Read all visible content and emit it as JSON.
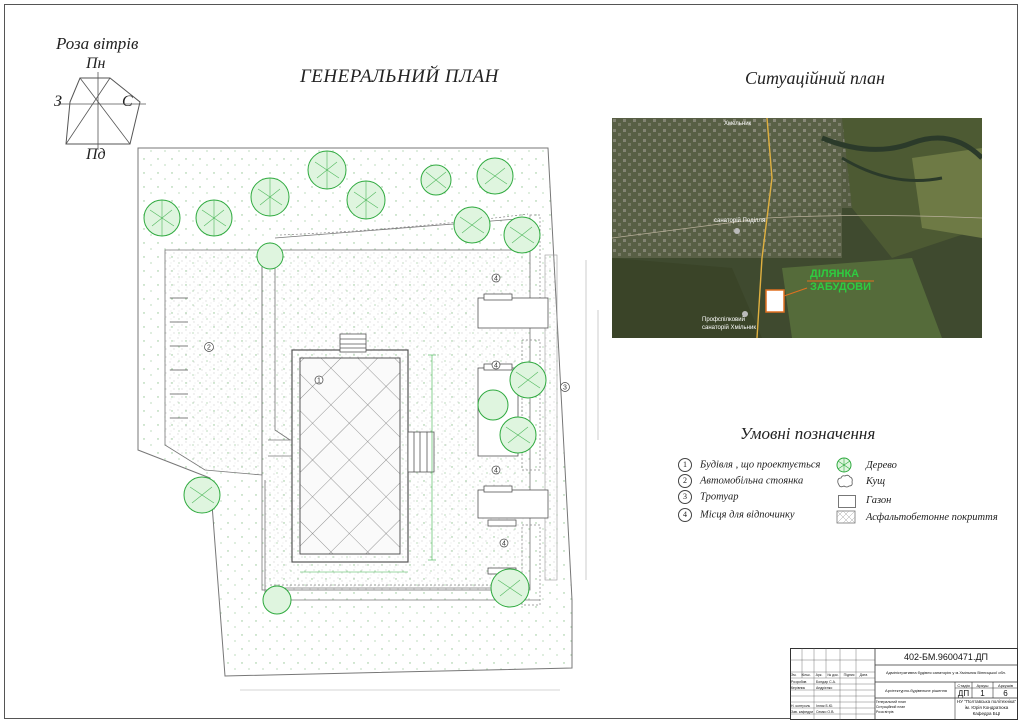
{
  "compass": {
    "title": "Роза вітрів",
    "north": "Пн",
    "south": "Пд",
    "west": "З",
    "east": "С"
  },
  "headings": {
    "general_plan": "ГЕНЕРАЛЬНИЙ ПЛАН",
    "situation_plan": "Ситуаційний план",
    "legend": "Умовні позначення"
  },
  "situation_map": {
    "label_town": "Хмельник",
    "label_sanatorium_podillia": "санаторій Поділля",
    "label_union_sanatorium_line1": "Профспілковий",
    "label_union_sanatorium_line2": "санаторій Хмільник",
    "site_label_line1": "ДІЛЯНКА",
    "site_label_line2": "ЗАБУДОВИ",
    "site_label_color": "#2ecc40"
  },
  "plan_markers": [
    "1",
    "2",
    "3",
    "4"
  ],
  "legend": {
    "items_numbered": [
      {
        "num": "1",
        "label": "Будівля , що проектується"
      },
      {
        "num": "2",
        "label": "Автомобільна стоянка"
      },
      {
        "num": "3",
        "label": "Тротуар"
      },
      {
        "num": "4",
        "label": "Місця для відпочинку"
      }
    ],
    "items_symbol": [
      {
        "icon": "tree-icon",
        "label": "Дерево"
      },
      {
        "icon": "bush-icon",
        "label": "Кущ"
      },
      {
        "icon": "lawn-icon",
        "label": "Газон"
      },
      {
        "icon": "asphalt-icon",
        "label": "Асфальтобетонне покриття"
      }
    ]
  },
  "title_block": {
    "code": "402-БМ.9600471.ДП",
    "project_title": "Адміністративна будівля санаторію у м.Хмільник Вінницької обл.",
    "sheet_title": "Архітектурно-будівельне рішення",
    "col_stage": "Стадія",
    "col_sheet": "Аркуш",
    "col_sheets": "Аркушів",
    "stage": "ДП",
    "sheet": "1",
    "sheets": "6",
    "org_line1": "НУ \"Полтавська політехніка\"",
    "org_line2": "ім. Юрія Кондратюка",
    "org_line3": "Кафедра БЦІ",
    "col_headers": [
      "Зм.",
      "Кільк.",
      "Арк.",
      "№ док.",
      "Підпис",
      "Дата"
    ],
    "rows": [
      {
        "role": "Розробив",
        "name": "Бондар С.А."
      },
      {
        "role": "Керівник",
        "name": "Андрієнко"
      },
      {
        "role": "",
        "name": ""
      },
      {
        "role": "",
        "name": ""
      },
      {
        "role": "Н. контроль",
        "name": "Ілляк Б.Ю."
      },
      {
        "role": "Зав. кафедри",
        "name": "Семко О.В."
      }
    ],
    "drawing_note_line1": "Генеральний план",
    "drawing_note_line2": "Ситуаційний план",
    "drawing_note_line3": "Роза вітрів"
  },
  "colors": {
    "tree_green": "#2faa3f",
    "tree_fill": "#dff5df",
    "line": "#666666"
  }
}
